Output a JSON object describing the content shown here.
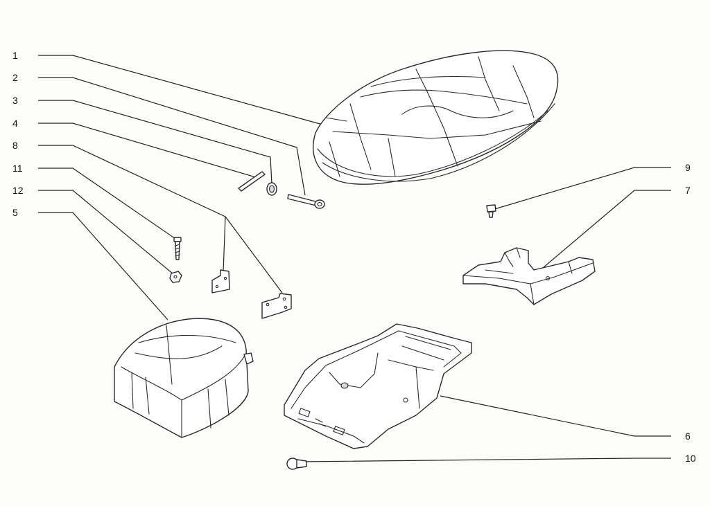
{
  "callouts": {
    "n1": "1",
    "n2": "2",
    "n3": "3",
    "n4": "4",
    "n8": "8",
    "n11": "11",
    "n12": "12",
    "n5": "5",
    "n9": "9",
    "n7": "7",
    "n6": "6",
    "n10": "10"
  },
  "parts": [
    "seat-main",
    "pin",
    "rubber-bush",
    "bolt",
    "bracket-pair",
    "screw",
    "washer",
    "backrest-pad",
    "clip",
    "support-bracket",
    "seat-pan",
    "nut"
  ]
}
